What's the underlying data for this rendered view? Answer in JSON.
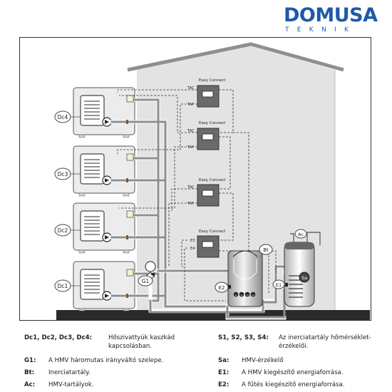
{
  "brand": {
    "name": "DOMUSA",
    "sub": "TEKNIK",
    "color": "#1d5aa8"
  },
  "diagram": {
    "controllers": [
      {
        "label": "Easy Connect",
        "sensors": [
          "TAC",
          "TAF"
        ]
      },
      {
        "label": "Easy Connect",
        "sensors": [
          "TAC",
          "TAF"
        ]
      },
      {
        "label": "Easy Connect",
        "sensors": [
          "TAC",
          "TAF"
        ]
      },
      {
        "label": "Easy Connect",
        "sensors": [
          "E3",
          "E4"
        ]
      }
    ],
    "heat_pumps": [
      "Dc4",
      "Dc3",
      "Dc2",
      "Dc1"
    ],
    "valve_label": "G1",
    "tank_label": "Bt",
    "dhw_label": "Ac",
    "sensor_label": "Sa",
    "e1_label": "E1",
    "e2_label": "E2",
    "tank_sensors": [
      "S1",
      "S2",
      "S3",
      "S4"
    ]
  },
  "legend": {
    "left": [
      {
        "code": "Dc1, Dc2, Dc3, Dc4:",
        "desc": "Hőszivattyúk kaszkád kapcsolásban."
      },
      {
        "code": "G1:",
        "desc": "A HMV háromutas irányváltó szelepe."
      },
      {
        "code": "Bt:",
        "desc": "Inerciatartály."
      },
      {
        "code": "Ac:",
        "desc": "HMV-tartályok."
      }
    ],
    "right": [
      {
        "code": "S1, S2, S3, S4:",
        "desc": "Az inerciatartály hőmérséklet-érzékelői."
      },
      {
        "code": "Sa:",
        "desc": "HMV-érzékelő"
      },
      {
        "code": "E1:",
        "desc": "A HMV kiegészítő energiaforrása."
      },
      {
        "code": "E2:",
        "desc": "A fűtés kiegészítő energiaforrása."
      }
    ]
  }
}
